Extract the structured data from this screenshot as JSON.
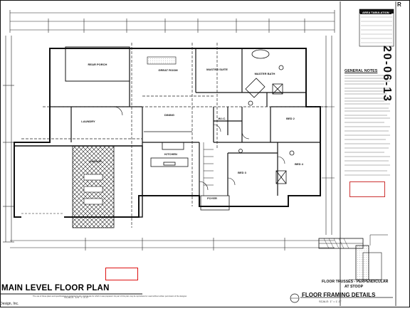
{
  "sheet": {
    "main_title": "MAIN LEVEL FLOOR PLAN",
    "main_scale": "SCALE: 1/4\" = 1'-0\"",
    "framing_title": "FLOOR FRAMING DETAILS",
    "framing_scale": "SCALE: 1\" = 1'-0\"",
    "trusses_label": "FLOOR TRUSSES - PERPENDICULAR",
    "stoop_label": "AT STOOP",
    "design_inc": "Design, Inc.",
    "general_notes_title": "GENERAL NOTES",
    "area_tabulation_title": "AREA TABULATION",
    "plan_number": "20-06-13",
    "brand": "R",
    "disclaimer": "The use of these plans and specifications is restricted to the original site for which it was prepared. No part of this plan may be reproduced or used without written permission of the designer."
  },
  "rooms": {
    "rear_porch": "REAR PORCH",
    "great_room": "GREAT ROOM",
    "master_suite": "MASTER SUITE",
    "master_bath": "MASTER BATH",
    "dining": "DINING",
    "kitchen": "KITCHEN",
    "garage": "GARAGE",
    "bed_2": "BED 2",
    "bed_3": "BED 3",
    "bed_4": "BED 4",
    "foyer": "FOYER",
    "laundry": "LAUNDRY",
    "wic": "W.I.C."
  },
  "colors": {
    "ink": "#111111",
    "hatch": "#333333",
    "red_note": "#d11111"
  }
}
